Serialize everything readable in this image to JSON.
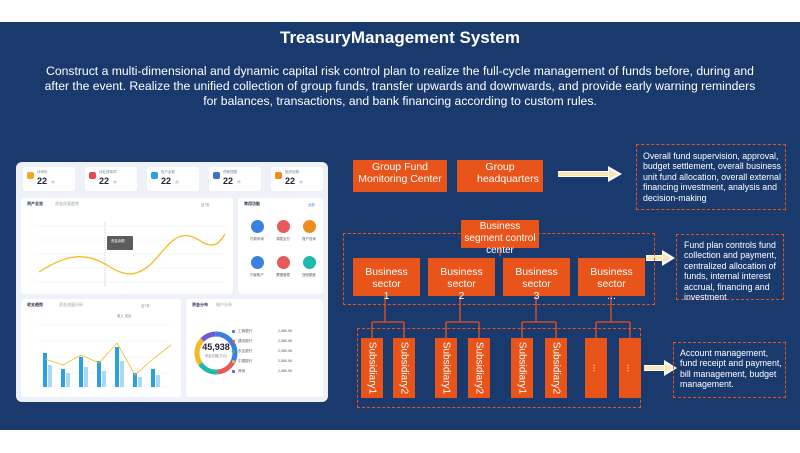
{
  "header": {
    "title": "TreasuryManagement System",
    "description": "Construct a multi-dimensional and dynamic capital risk control plan to realize the full-cycle management of funds before, during and after the event. Realize the unified collection of group funds, transfer upwards and downwards, and provide early warning reminders for balances, transactions, and bank financing according to custom rules."
  },
  "colors": {
    "background": "#1a3a6e",
    "accent": "#e8541a",
    "text": "#ffffff"
  },
  "dashboard": {
    "kpis": [
      {
        "label": "待审批",
        "value": "22",
        "unit": "个",
        "color": "#f5a623"
      },
      {
        "label": "待处理事项",
        "value": "22",
        "unit": "个",
        "color": "#e84a4a"
      },
      {
        "label": "账户余额",
        "value": "22",
        "unit": "个",
        "color": "#2aa0e0"
      },
      {
        "label": "预警提醒",
        "value": "22",
        "unit": "个",
        "color": "#3b6fd8"
      },
      {
        "label": "融资到期",
        "value": "22",
        "unit": "个",
        "color": "#f08c1a"
      }
    ],
    "trend_panel": {
      "title": "资产总览",
      "tab": "资金存量趋势",
      "filter": "近7天",
      "tooltip": "资金余额"
    },
    "quick_panel": {
      "title": "常用功能",
      "more": "全部",
      "items": [
        {
          "label": "付款申请",
          "color": "#3b7fe0",
          "icon": "payment-icon"
        },
        {
          "label": "调拨支付",
          "color": "#e85a5a",
          "icon": "transfer-icon"
        },
        {
          "label": "账户查询",
          "color": "#f08c1a",
          "icon": "account-icon"
        },
        {
          "label": "内部账户",
          "color": "#3b7fe0",
          "icon": "internal-account-icon"
        },
        {
          "label": "票据管理",
          "color": "#e85a5a",
          "icon": "bill-icon"
        },
        {
          "label": "授信额度",
          "color": "#20b8a8",
          "icon": "credit-icon"
        }
      ]
    },
    "bar_panel": {
      "title": "收支趋势",
      "tab": "资金流量分析",
      "filter": "近7天",
      "legend": "收入 支出"
    },
    "donut_panel": {
      "title": "资金分布",
      "tab": "账户分布",
      "total": "45,938",
      "total_label": "资金总额(万元)",
      "items": [
        {
          "name": "工商银行",
          "value": "2,580.96",
          "color": "#3b7fe0"
        },
        {
          "name": "建设银行",
          "value": "2,580.96",
          "color": "#e85a5a"
        },
        {
          "name": "农业银行",
          "value": "2,580.96",
          "color": "#20b8a8"
        },
        {
          "name": "中国银行",
          "value": "2,580.96",
          "color": "#f5b923"
        },
        {
          "name": "其他",
          "value": "2,580.96",
          "color": "#6a5ad8"
        }
      ]
    }
  },
  "diagram": {
    "top_boxes": [
      {
        "label": "Group Fund Monitoring Center"
      },
      {
        "label": "Group headquarters"
      }
    ],
    "top_note": "Overall fund supervision, approval, budget settlement, overall business unit fund allocation, overall external financing investment, analysis and decision-making",
    "segment_center": "Business segment control center",
    "sectors": [
      {
        "label": "Business sector",
        "num": "1"
      },
      {
        "label": "Business sector",
        "num": "2"
      },
      {
        "label": "Business sector",
        "num": "3"
      },
      {
        "label": "Business sector",
        "num": "..."
      }
    ],
    "middle_note": "Fund plan controls fund collection and payment, centralized allocation of funds, internal interest accrual, financing and investment",
    "subsidiaries": [
      "Subsidiary1",
      "Subsidiary2",
      "Subsidiary1",
      "Subsidiary2",
      "Subsidiary1",
      "Subsidiary2",
      "...",
      "..."
    ],
    "bottom_note": "Account management, fund receipt and payment, bill management, budget management."
  }
}
